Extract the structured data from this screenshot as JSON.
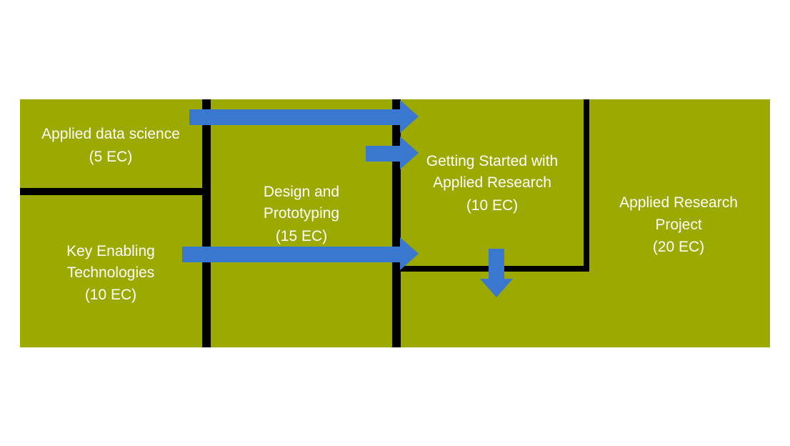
{
  "colors": {
    "block": "#9ca901",
    "divider": "#000000",
    "arrow": "#3a78d0",
    "text": "#ffffff"
  },
  "blocks": {
    "applied_data_science": {
      "line1": "Applied data science",
      "line2": "(5 EC)"
    },
    "key_enabling_technologies": {
      "line1": "Key Enabling",
      "line2": "Technologies",
      "line3": "(10 EC)"
    },
    "design_and_prototyping": {
      "line1": "Design and",
      "line2": "Prototyping",
      "line3": "(15 EC)"
    },
    "getting_started": {
      "line1": "Getting Started with",
      "line2": "Applied Research",
      "line3": "(10 EC)"
    },
    "applied_research_project": {
      "line1": "Applied Research",
      "line2": "Project",
      "line3": "(20 EC)"
    }
  }
}
